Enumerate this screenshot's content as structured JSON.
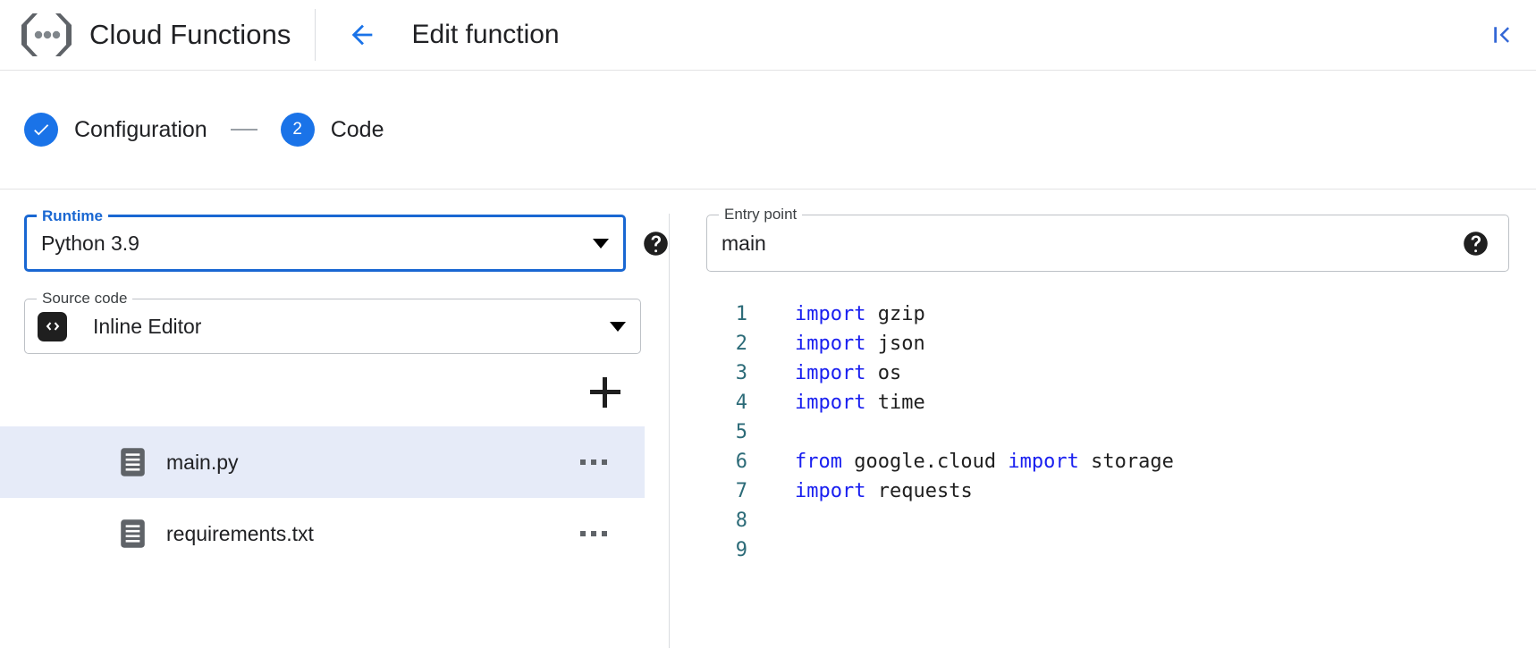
{
  "header": {
    "brand_title": "Cloud Functions",
    "brand_logo_icon": "cloud-functions-logo",
    "back_icon": "arrow-left-icon",
    "page_heading": "Edit function",
    "collapse_icon": "first-page-icon",
    "accent_color": "#1a73e8"
  },
  "stepper": {
    "steps": [
      {
        "label": "Configuration",
        "marker": "check",
        "state": "completed"
      },
      {
        "label": "Code",
        "marker": "2",
        "state": "active"
      }
    ]
  },
  "form": {
    "runtime": {
      "label": "Runtime",
      "value": "Python 3.9",
      "caret_icon": "chevron-down-icon",
      "help_icon": "help-icon",
      "focused": true
    },
    "entry_point": {
      "label": "Entry point",
      "value": "main",
      "help_icon": "help-icon",
      "focused": false
    },
    "source_code": {
      "label": "Source code",
      "value": "Inline Editor",
      "chip_icon": "code-brackets-icon",
      "caret_icon": "chevron-down-icon"
    }
  },
  "files": {
    "add_icon": "plus-icon",
    "items": [
      {
        "name": "main.py",
        "icon": "file-icon",
        "selected": true,
        "menu_icon": "more-horizontal-icon"
      },
      {
        "name": "requirements.txt",
        "icon": "file-icon",
        "selected": false,
        "menu_icon": "more-horizontal-icon"
      }
    ]
  },
  "editor": {
    "lines": [
      {
        "n": "1",
        "tokens": [
          {
            "t": "import",
            "c": "kw"
          },
          {
            "t": " gzip",
            "c": "plain"
          }
        ]
      },
      {
        "n": "2",
        "tokens": [
          {
            "t": "import",
            "c": "kw"
          },
          {
            "t": " json",
            "c": "plain"
          }
        ]
      },
      {
        "n": "3",
        "tokens": [
          {
            "t": "import",
            "c": "kw"
          },
          {
            "t": " os",
            "c": "plain"
          }
        ]
      },
      {
        "n": "4",
        "tokens": [
          {
            "t": "import",
            "c": "kw"
          },
          {
            "t": " time",
            "c": "plain"
          }
        ]
      },
      {
        "n": "5",
        "tokens": []
      },
      {
        "n": "6",
        "tokens": [
          {
            "t": "from",
            "c": "kw"
          },
          {
            "t": " google.cloud ",
            "c": "plain"
          },
          {
            "t": "import",
            "c": "kw"
          },
          {
            "t": " storage",
            "c": "plain"
          }
        ]
      },
      {
        "n": "7",
        "tokens": [
          {
            "t": "import",
            "c": "kw"
          },
          {
            "t": " requests",
            "c": "plain"
          }
        ]
      },
      {
        "n": "8",
        "tokens": []
      },
      {
        "n": "9",
        "tokens": []
      }
    ]
  }
}
